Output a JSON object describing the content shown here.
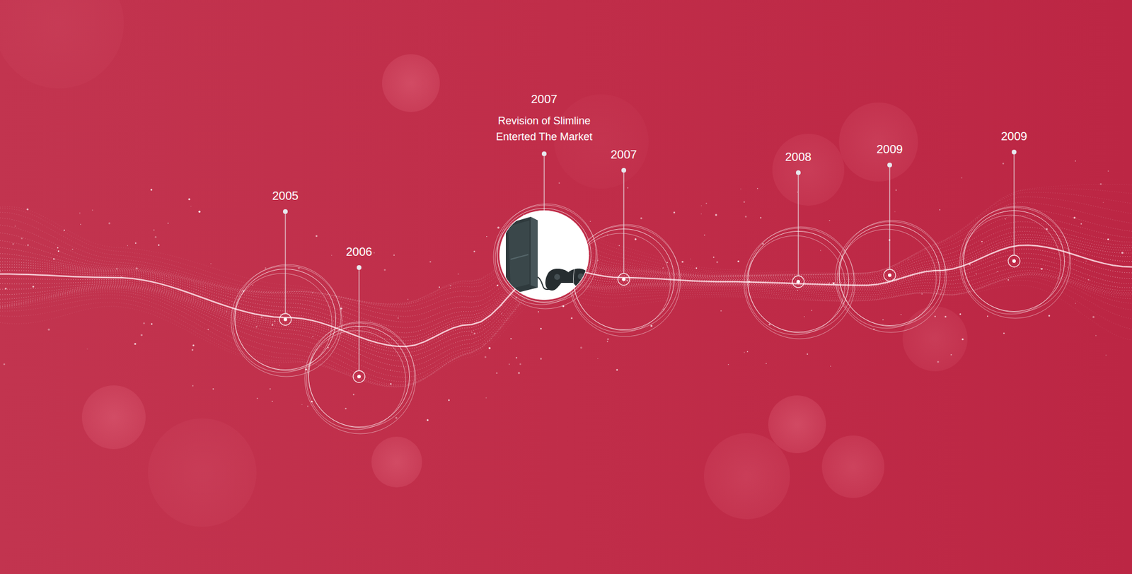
{
  "diagram": {
    "nodes": [
      {
        "text": [
          "2005"
        ]
      },
      {
        "text": [
          "2006"
        ]
      },
      {
        "text": [
          "2007",
          "Revision of Slimline Enterted The Market"
        ]
      },
      {
        "text": [
          "2007"
        ]
      },
      {
        "text": [
          "2008"
        ]
      },
      {
        "text": [
          "2009"
        ]
      },
      {
        "text": [
          "2009"
        ]
      }
    ]
  }
}
